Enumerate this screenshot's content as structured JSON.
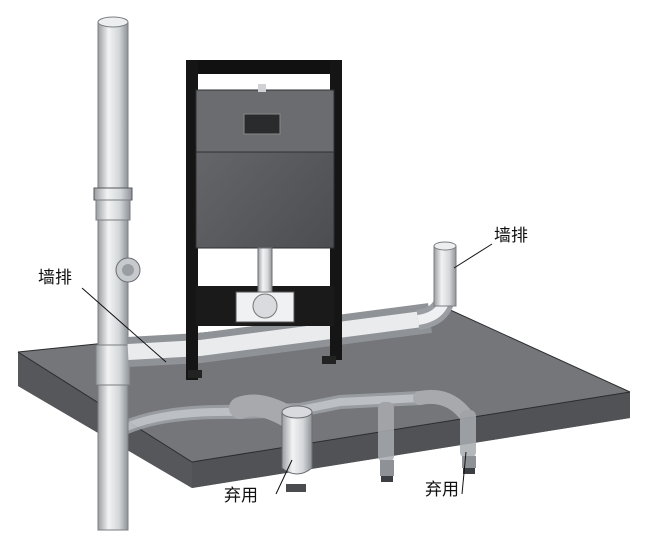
{
  "labels": {
    "wall_drain_left": "墙排",
    "wall_drain_right": "墙排",
    "abandoned_left": "弃用",
    "abandoned_right": "弃用"
  },
  "colors": {
    "background": "#ffffff",
    "slab": "#6f7174",
    "pipe": "#dcdfe2",
    "frame": "#111111",
    "panel": "#5b5d60"
  }
}
